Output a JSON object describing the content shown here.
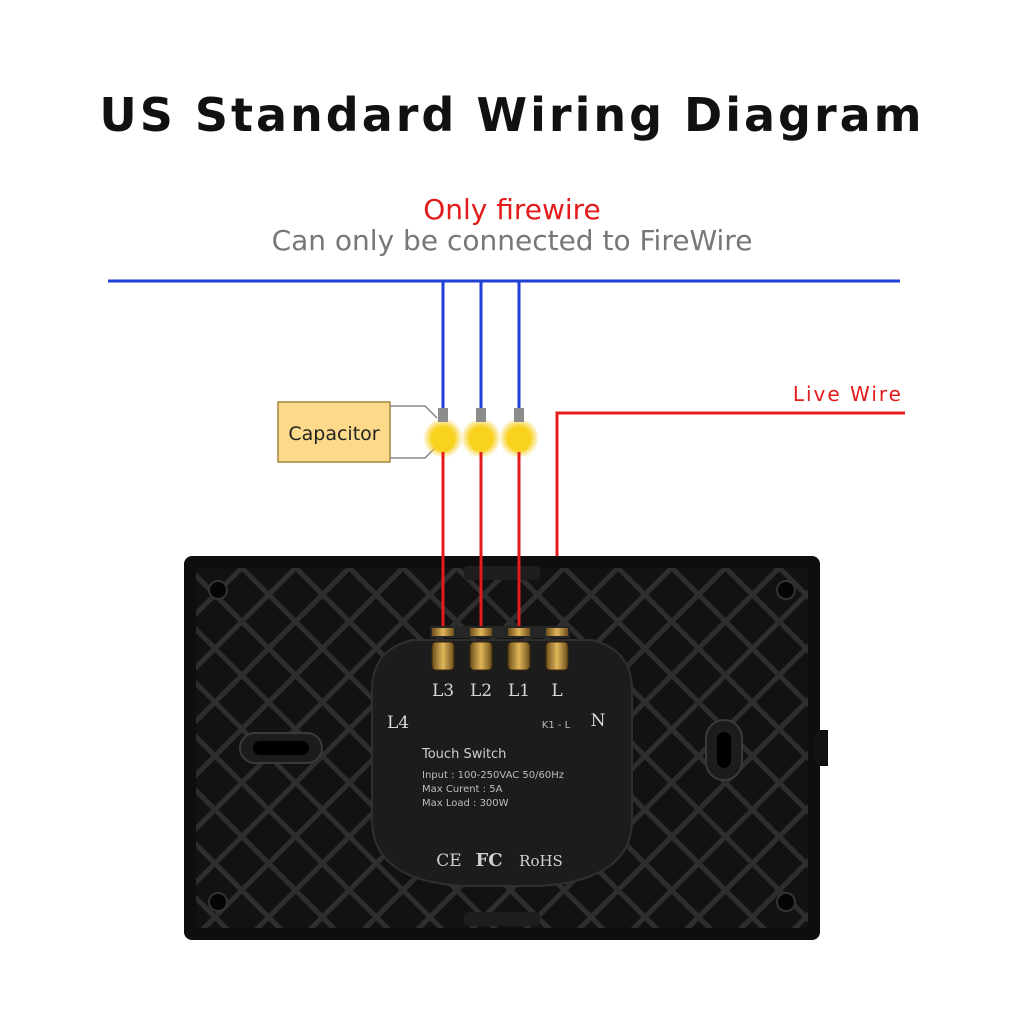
{
  "header": {
    "title": "US Standard Wiring Diagram",
    "subtitle_red": "Only firewire",
    "subtitle_gray": "Can only be connected to FireWire"
  },
  "labels": {
    "capacitor": "Capacitor",
    "live_wire": "Live Wire"
  },
  "device": {
    "terminals": [
      "L3",
      "L2",
      "L1",
      "L"
    ],
    "side_left": "L4",
    "side_right": "N",
    "mark": "K1 - L",
    "name": "Touch Switch",
    "specs": [
      "Input : 100-250VAC 50/60Hz",
      "Max Curent : 5A",
      "Max Load : 300W"
    ],
    "certs": [
      "CE",
      "FC",
      "RoHS"
    ]
  },
  "colors": {
    "neutral_wire": "#1f3fd6",
    "live_wire": "#e31b1b",
    "capacitor_fill": "#fdd98a",
    "device_body": "#1a1a1a"
  }
}
